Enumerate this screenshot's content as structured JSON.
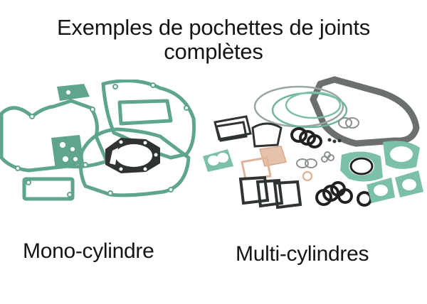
{
  "title": {
    "line1": "Exemples de pochettes de joints",
    "line2": "complètes"
  },
  "images": [
    {
      "id": "mono",
      "description": "Pochette de joints moteur mono-cylindre (joints verts, joint de culasse noir)",
      "caption": "Mono-cylindre"
    },
    {
      "id": "multi",
      "description": "Pochette de joints moteur multi-cylindres (joints verts, noirs, cuivrés et joints toriques)",
      "caption": "Multi-cylindres"
    }
  ],
  "colors": {
    "background": "#ffffff",
    "text": "#151515",
    "gasket_green": "#5fa58d",
    "gasket_green_light": "#7cc0a8",
    "gasket_dark": "#3a3f3c",
    "gasket_copper": "#e0b49a",
    "gasket_grey": "#9aa6a2"
  }
}
